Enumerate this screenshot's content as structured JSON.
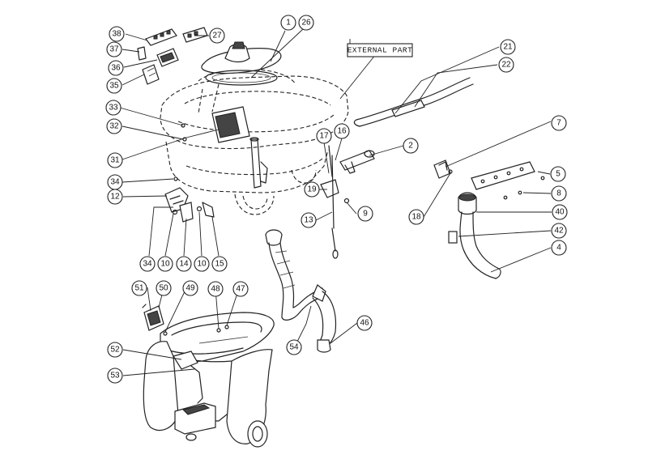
{
  "external_label": "EXTERNAL PART",
  "callouts": [
    {
      "id": "c1",
      "text": "1"
    },
    {
      "id": "c26",
      "text": "26"
    },
    {
      "id": "c38",
      "text": "38"
    },
    {
      "id": "c27",
      "text": "27"
    },
    {
      "id": "c37",
      "text": "37"
    },
    {
      "id": "c36",
      "text": "36"
    },
    {
      "id": "c35",
      "text": "35"
    },
    {
      "id": "c33",
      "text": "33"
    },
    {
      "id": "c32",
      "text": "32"
    },
    {
      "id": "c31",
      "text": "31"
    },
    {
      "id": "c34a",
      "text": "34"
    },
    {
      "id": "c12",
      "text": "12"
    },
    {
      "id": "c34b",
      "text": "34"
    },
    {
      "id": "c10a",
      "text": "10"
    },
    {
      "id": "c14",
      "text": "14"
    },
    {
      "id": "c10b",
      "text": "10"
    },
    {
      "id": "c15",
      "text": "15"
    },
    {
      "id": "c17",
      "text": "17"
    },
    {
      "id": "c16",
      "text": "16"
    },
    {
      "id": "c2",
      "text": "2"
    },
    {
      "id": "c19",
      "text": "19"
    },
    {
      "id": "c9",
      "text": "9"
    },
    {
      "id": "c13",
      "text": "13"
    },
    {
      "id": "c21",
      "text": "21"
    },
    {
      "id": "c22",
      "text": "22"
    },
    {
      "id": "c7",
      "text": "7"
    },
    {
      "id": "c5",
      "text": "5"
    },
    {
      "id": "c8",
      "text": "8"
    },
    {
      "id": "c18",
      "text": "18"
    },
    {
      "id": "c40",
      "text": "40"
    },
    {
      "id": "c42",
      "text": "42"
    },
    {
      "id": "c4",
      "text": "4"
    },
    {
      "id": "c51",
      "text": "51"
    },
    {
      "id": "c50",
      "text": "50"
    },
    {
      "id": "c49",
      "text": "49"
    },
    {
      "id": "c48",
      "text": "48"
    },
    {
      "id": "c47",
      "text": "47"
    },
    {
      "id": "c52",
      "text": "52"
    },
    {
      "id": "c53",
      "text": "53"
    },
    {
      "id": "c54",
      "text": "54"
    },
    {
      "id": "c46",
      "text": "46"
    }
  ]
}
